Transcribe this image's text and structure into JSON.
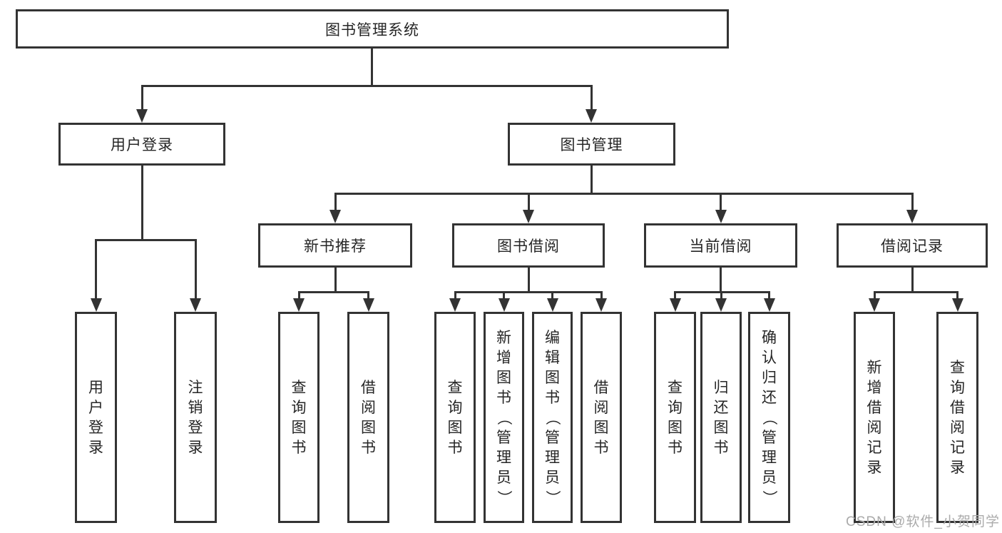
{
  "tree": {
    "root": "图书管理系统",
    "branches": [
      {
        "label": "用户登录",
        "children": [
          "用户登录",
          "注销登录"
        ]
      },
      {
        "label": "图书管理",
        "children": [
          {
            "label": "新书推荐",
            "children": [
              "查询图书",
              "借阅图书"
            ]
          },
          {
            "label": "图书借阅",
            "children": [
              "查询图书",
              "新增图书（管理员）",
              "编辑图书（管理员）",
              "借阅图书"
            ]
          },
          {
            "label": "当前借阅",
            "children": [
              "查询图书",
              "归还图书",
              "确认归还（管理员）"
            ]
          },
          {
            "label": "借阅记录",
            "children": [
              "新增借阅记录",
              "查询借阅记录"
            ]
          }
        ]
      }
    ]
  },
  "watermark": "CSDN @软件_小贺同学",
  "colors": {
    "line": "#333333",
    "text": "#262626",
    "background": "#ffffff",
    "watermark": "#ababab"
  }
}
